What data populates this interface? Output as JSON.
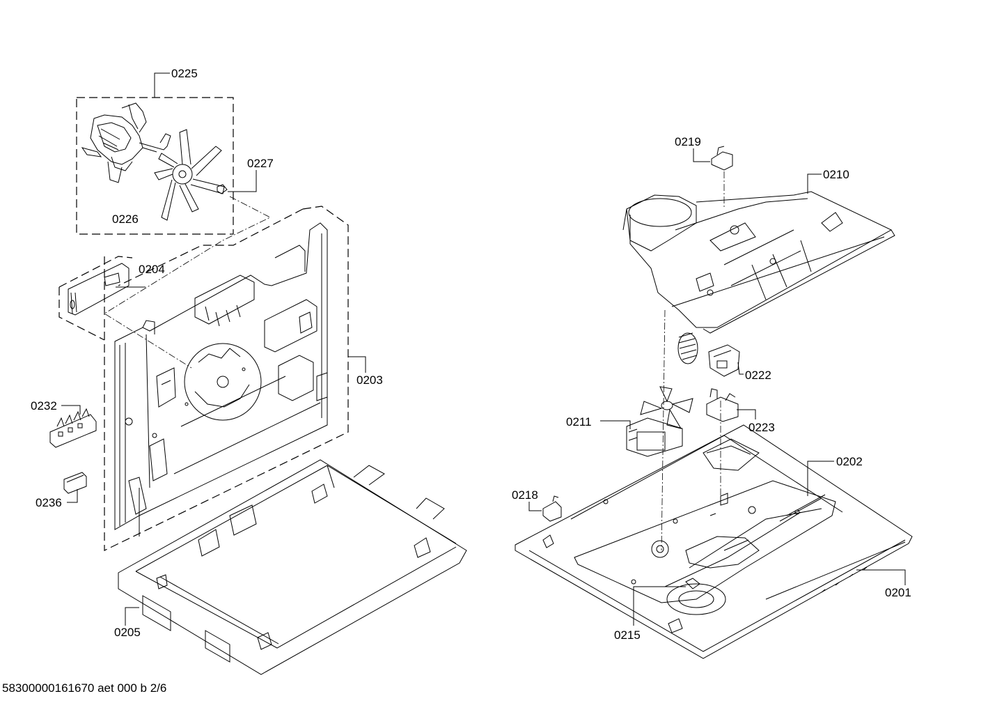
{
  "drawing": {
    "footer_code": "58300000161670 aet 000 b 2/6",
    "labels": {
      "p0225": "0225",
      "p0226": "0226",
      "p0227": "0227",
      "p0204": "0204",
      "p0203": "0203",
      "p0232": "0232",
      "p0236": "0236",
      "p0205": "0205",
      "p0219": "0219",
      "p0210": "0210",
      "p0222": "0222",
      "p0223": "0223",
      "p0211": "0211",
      "p0202": "0202",
      "p0218": "0218",
      "p0201": "0201",
      "p0215": "0215"
    }
  }
}
